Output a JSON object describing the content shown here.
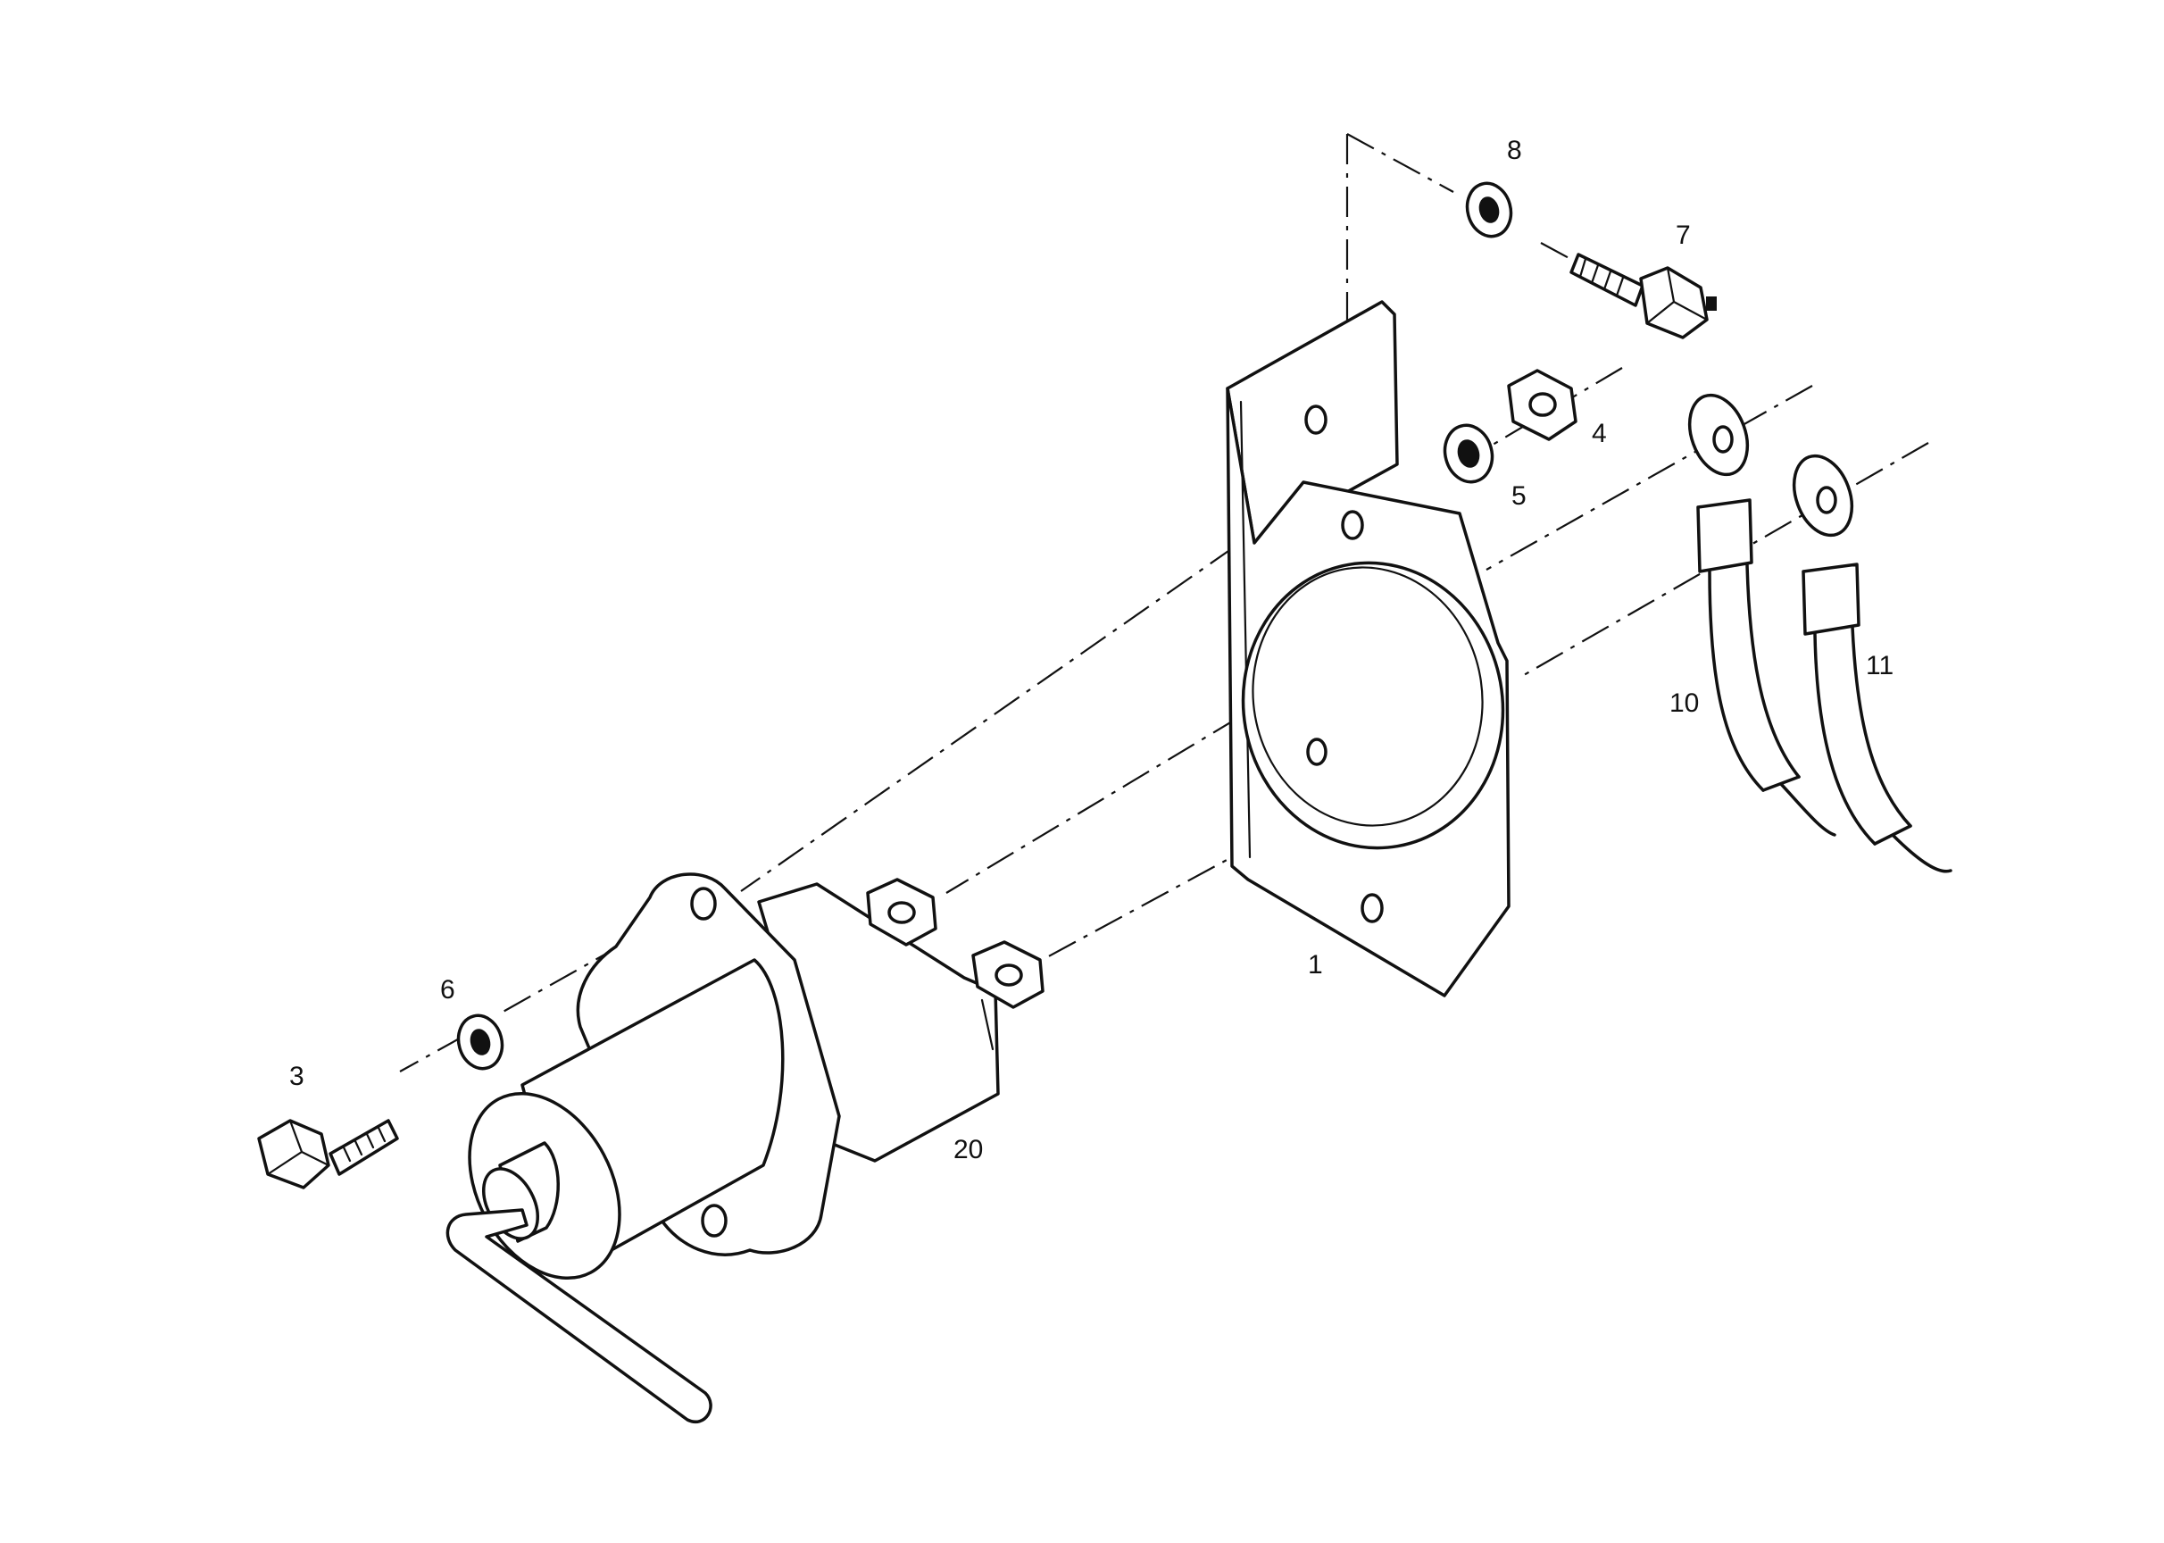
{
  "callouts": {
    "c1": "1",
    "c3": "3",
    "c4": "4",
    "c5": "5",
    "c6": "6",
    "c7": "7",
    "c8": "8",
    "c10": "10",
    "c11": "11",
    "c20": "20"
  }
}
